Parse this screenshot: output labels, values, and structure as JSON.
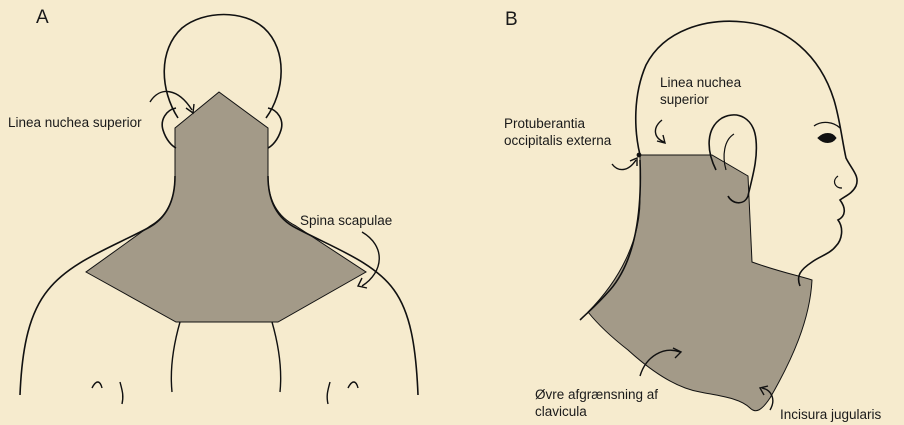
{
  "panels": {
    "a": {
      "letter": "A",
      "labels": {
        "linea_nuchea_superior": "Linea nuchea superior",
        "spina_scapulae": "Spina scapulae"
      }
    },
    "b": {
      "letter": "B",
      "labels": {
        "linea_nuchea_superior_line1": "Linea nuchea",
        "linea_nuchea_superior_line2": "superior",
        "protuberantia_line1": "Protuberantia",
        "protuberantia_line2": "occipitalis externa",
        "ovre_line1": "Øvre afgrænsning af",
        "ovre_line2": "clavicula",
        "incisura_jugularis": "Incisura jugularis"
      }
    }
  },
  "colors": {
    "background": "#f6ebce",
    "shaded_region": "#a39a88",
    "outline": "#111111"
  }
}
